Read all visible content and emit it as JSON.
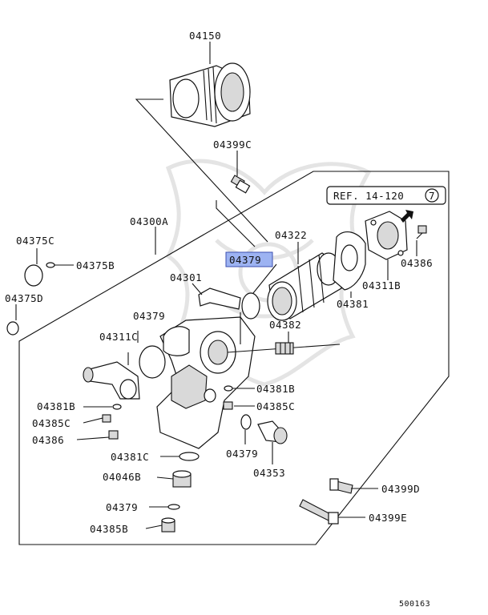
{
  "diagram": {
    "reference": {
      "text": "REF. 14-120",
      "circled_number": "7"
    },
    "highlighted_part": "04379",
    "footer_code": "500163",
    "parts": {
      "p04150": "04150",
      "p04399C": "04399C",
      "p04300A": "04300A",
      "p04375C": "04375C",
      "p04375B": "04375B",
      "p04375D": "04375D",
      "p04322": "04322",
      "p04379_hl": "04379",
      "p04301": "04301",
      "p04379_a": "04379",
      "p04311C": "04311C",
      "p04382": "04382",
      "p04386_r": "04386",
      "p04311B": "04311B",
      "p04381_r": "04381",
      "p04381B_l": "04381B",
      "p04385C_l": "04385C",
      "p04386_l": "04386",
      "p04381B_c": "04381B",
      "p04385C_c": "04385C",
      "p04379_b": "04379",
      "p04353": "04353",
      "p04381C": "04381C",
      "p04046B": "04046B",
      "p04379_c": "04379",
      "p04385B": "04385B",
      "p04399D": "04399D",
      "p04399E": "04399E"
    }
  }
}
